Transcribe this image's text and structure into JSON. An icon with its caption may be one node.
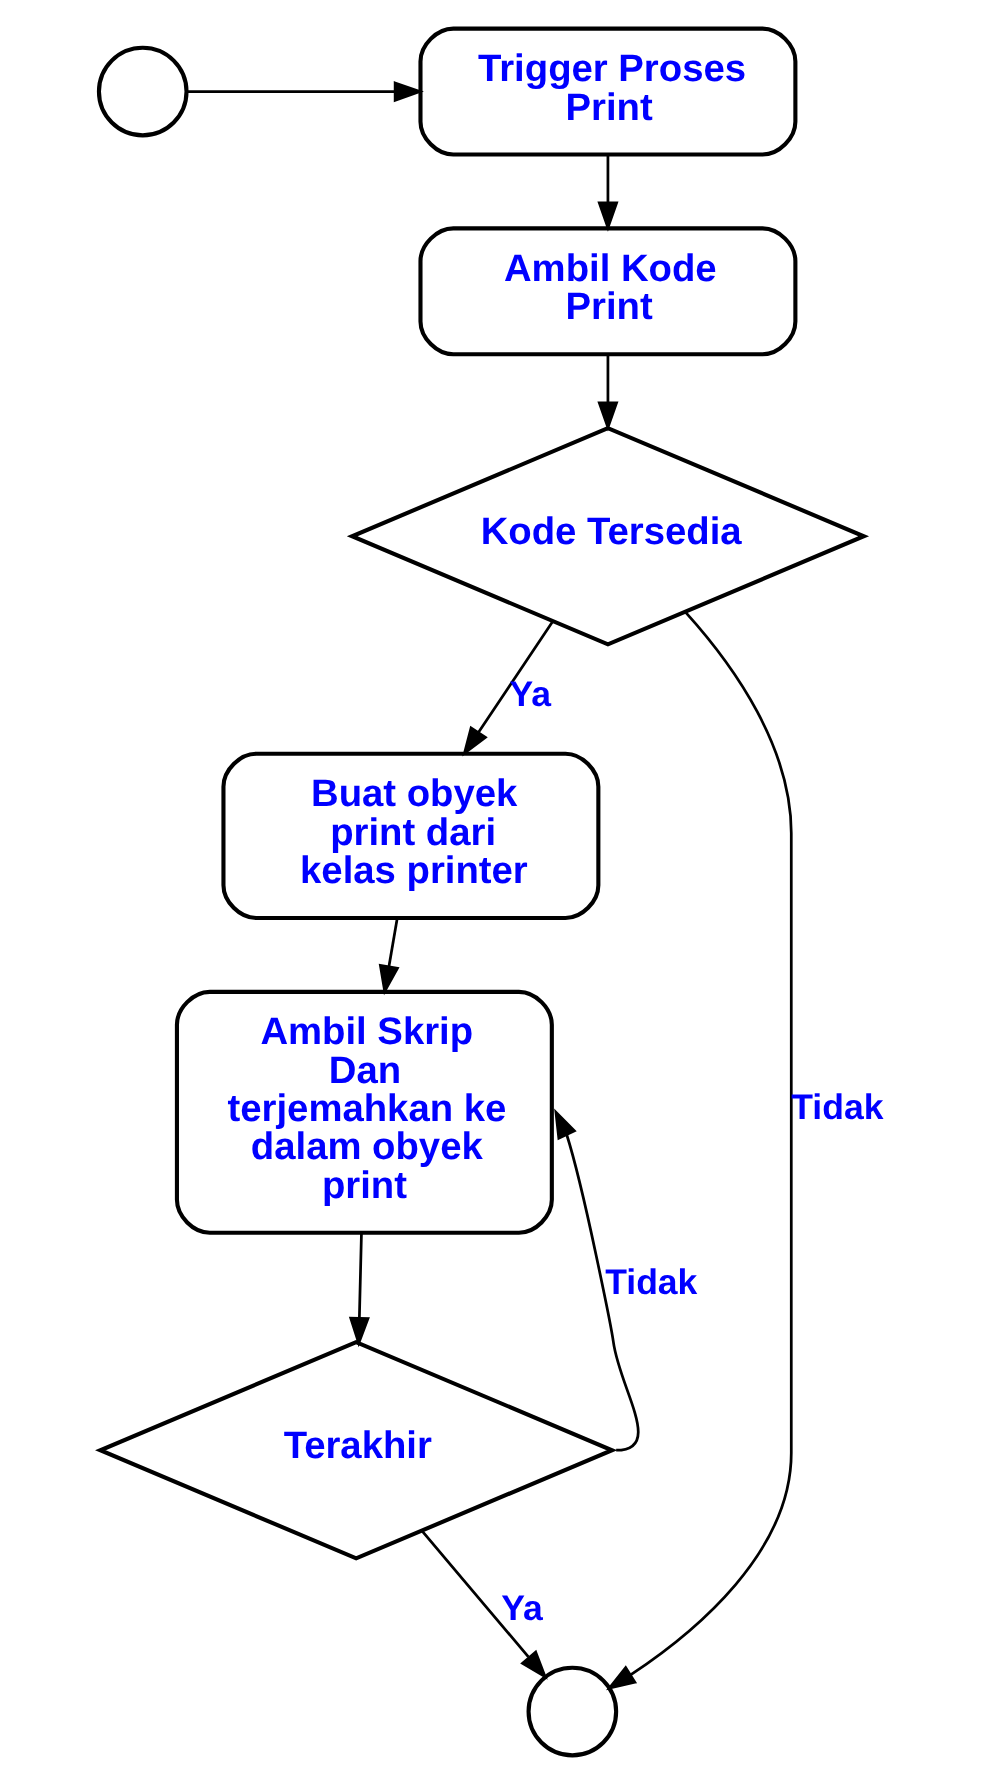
{
  "diagram": {
    "nodes": [
      {
        "text": [],
        "shape": "circle"
      },
      {
        "text": [
          "Trigger Proses Print"
        ]
      },
      {
        "text": [
          "Ambil Kode Print"
        ]
      },
      {
        "text": [
          "Kode Tersedia"
        ]
      },
      {
        "text": [
          "Buat obyek print dari kelas printer"
        ]
      },
      {
        "text": [
          "Ambil Skrip Dan terjemahkan ke dalam obyek print"
        ]
      },
      {
        "text": [
          "Terakhir"
        ]
      },
      {
        "text": [],
        "shape": "circle"
      }
    ],
    "edges": [
      {
        "from": 0,
        "to": 1,
        "arrow": "to"
      },
      {
        "from": 1,
        "to": 2,
        "arrow": "to"
      },
      {
        "from": 2,
        "to": 3,
        "arrow": "to"
      },
      {
        "from": 3,
        "to": 7,
        "arrow": "to",
        "label": "Tidak"
      },
      {
        "from": 3,
        "to": 4,
        "arrow": "to",
        "label": "Ya"
      },
      {
        "from": 4,
        "to": 5,
        "arrow": "to"
      },
      {
        "from": 6,
        "to": 5,
        "arrow": "to",
        "label": "Tidak"
      },
      {
        "from": 5,
        "to": 6,
        "arrow": "to"
      },
      {
        "from": 6,
        "to": 7,
        "arrow": "to",
        "label": "Ya"
      }
    ]
  }
}
